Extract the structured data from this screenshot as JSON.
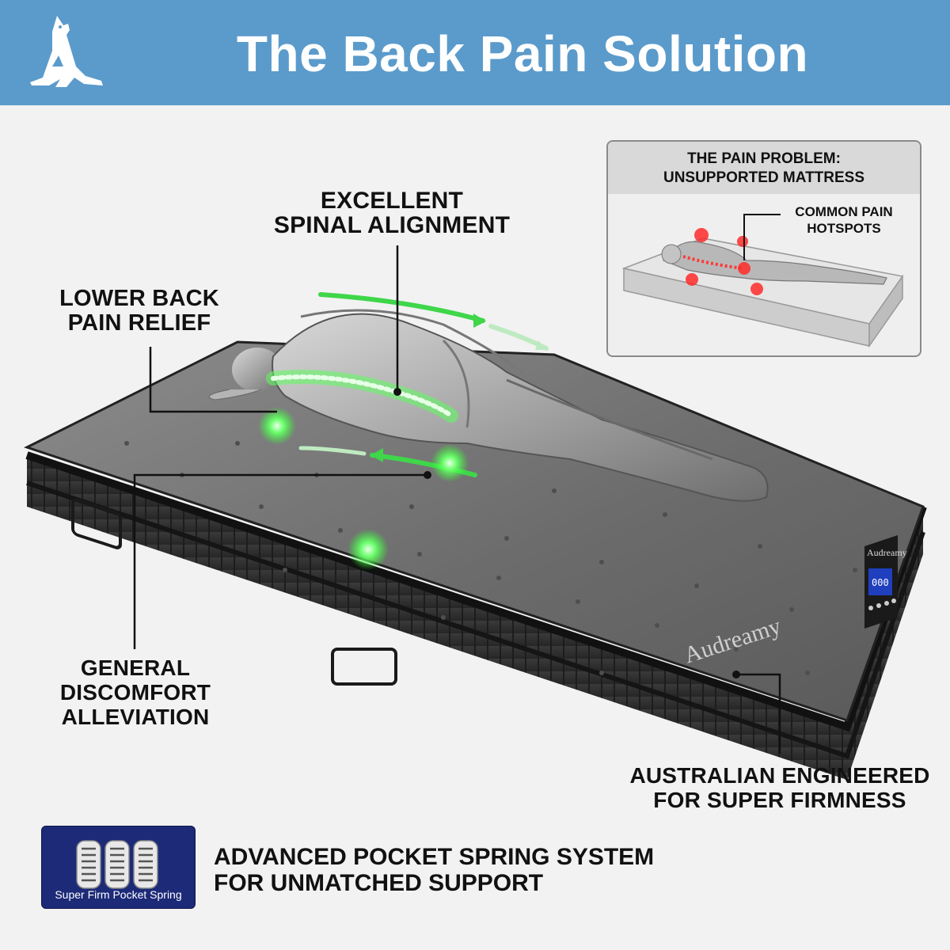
{
  "header": {
    "title": "The Back Pain Solution"
  },
  "callouts": {
    "spinal": [
      "EXCELLENT",
      "SPINAL ALIGNMENT"
    ],
    "lower_back": [
      "LOWER BACK",
      "PAIN RELIEF"
    ],
    "discomfort": [
      "GENERAL",
      "DISCOMFORT",
      "ALLEVIATION"
    ],
    "engineered": [
      "AUSTRALIAN ENGINEERED",
      "FOR SUPER FIRMNESS"
    ]
  },
  "inset": {
    "heading": [
      "THE PAIN PROBLEM:",
      "UNSUPPORTED MATTRESS"
    ],
    "hotspots_label": [
      "COMMON PAIN",
      "HOTSPOTS"
    ]
  },
  "mattress": {
    "brand": "Audreamy",
    "panel_brand": "Audreamy",
    "panel_display": "000"
  },
  "spring_badge": {
    "label": "Super Firm Pocket Spring"
  },
  "feature": [
    "ADVANCED POCKET SPRING SYSTEM",
    "FOR UNMATCHED SUPPORT"
  ],
  "colors": {
    "header_bg": "#5b9bcb",
    "glow_green": "#5cff5c",
    "hotspot_red": "#ff2a2a",
    "badge_bg": "#1c2a78"
  },
  "icons": {
    "logo": "kangaroo-logo-icon",
    "springs": "pocket-spring-icon"
  }
}
